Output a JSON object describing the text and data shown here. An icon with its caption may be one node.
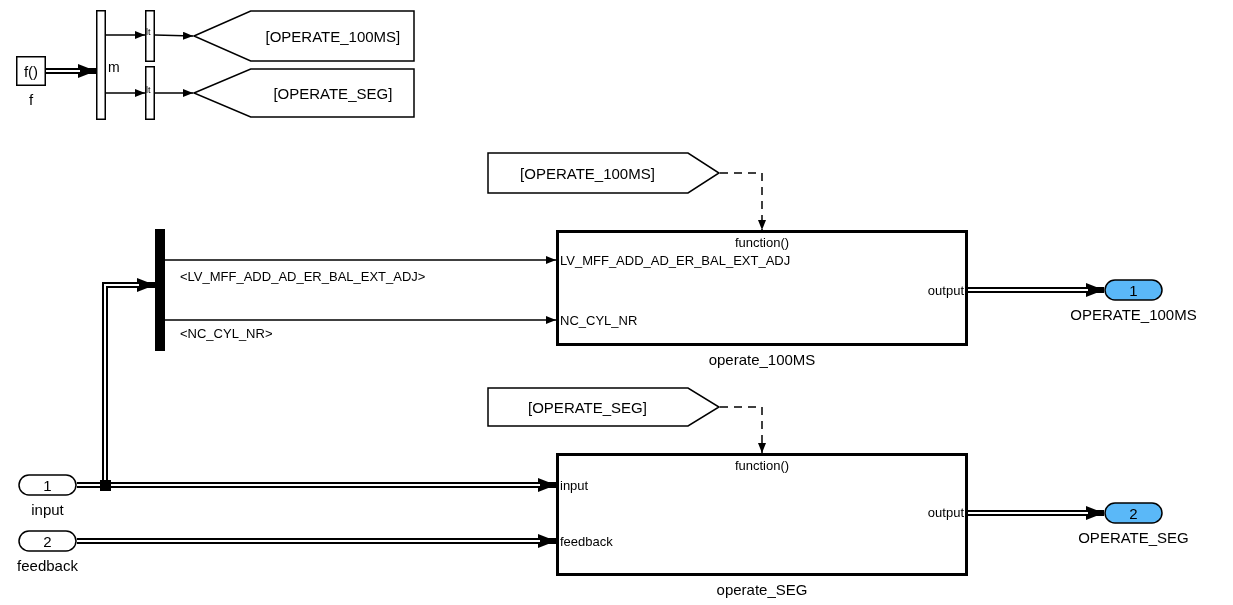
{
  "diagram": {
    "nodes": [
      {
        "text": [
          "f()"
        ],
        "beside": [
          "f"
        ]
      },
      {
        "text": [],
        "shape": "bar"
      },
      {
        "text": [],
        "shape": "bar"
      },
      {
        "text": [],
        "shape": "bar"
      },
      {
        "text": [
          "[OPERATE_100MS]"
        ]
      },
      {
        "text": [
          "[OPERATE_SEG]"
        ]
      },
      {
        "text": [
          "[OPERATE_100MS]"
        ]
      },
      {
        "text": [
          "[OPERATE_SEG]"
        ]
      },
      {
        "text": [],
        "shape": "bar"
      },
      {
        "text": [
          "function()",
          "LV_MFF_ADD_AD_ER_BAL_EXT_ADJ",
          "NC_CYL_NR",
          "output"
        ],
        "beside": [
          "operate_100MS"
        ]
      },
      {
        "text": [
          "function()",
          "input",
          "feedback",
          "output"
        ],
        "beside": [
          "operate_SEG"
        ]
      },
      {
        "text": [
          "1"
        ],
        "beside": [
          "input"
        ]
      },
      {
        "text": [
          "2"
        ],
        "beside": [
          "feedback"
        ]
      },
      {
        "text": [
          "1"
        ],
        "beside": [
          "OPERATE_100MS"
        ]
      },
      {
        "text": [
          "2"
        ],
        "beside": [
          "OPERATE_SEG"
        ]
      }
    ],
    "edges": [
      {
        "from": 0,
        "to": 1,
        "arrow": "to",
        "style": "thick"
      },
      {
        "from": 1,
        "to": 2,
        "arrow": "to"
      },
      {
        "from": 1,
        "to": 3,
        "arrow": "to"
      },
      {
        "from": 2,
        "to": 4,
        "arrow": "to"
      },
      {
        "from": 3,
        "to": 5,
        "arrow": "to"
      },
      {
        "from": 6,
        "to": 9,
        "arrow": "to",
        "style": "dashed"
      },
      {
        "from": 7,
        "to": 10,
        "arrow": "to",
        "style": "dashed"
      },
      {
        "from": 8,
        "to": 9,
        "arrow": "to",
        "label": "<LV_MFF_ADD_AD_ER_BAL_EXT_ADJ>"
      },
      {
        "from": 8,
        "to": 9,
        "arrow": "to",
        "label": "<NC_CYL_NR>"
      },
      {
        "from": 11,
        "to": 8,
        "arrow": "to",
        "style": "thick"
      },
      {
        "from": 11,
        "to": 10,
        "arrow": "to",
        "style": "thick"
      },
      {
        "from": 12,
        "to": 10,
        "arrow": "to",
        "style": "thick"
      },
      {
        "from": 9,
        "to": 13,
        "arrow": "to",
        "style": "thick"
      },
      {
        "from": 10,
        "to": 14,
        "arrow": "to",
        "style": "thick"
      }
    ],
    "labels": [
      "m",
      "lt",
      "lt"
    ]
  }
}
